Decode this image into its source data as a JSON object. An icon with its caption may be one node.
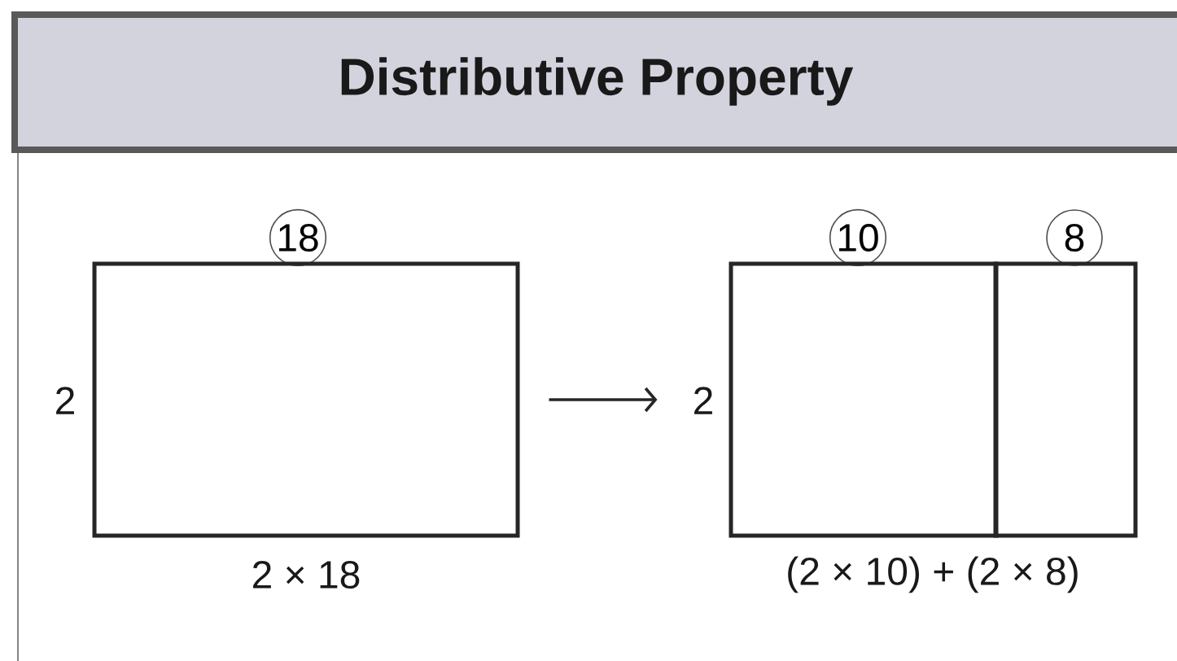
{
  "diagram": {
    "title": "Distributive Property",
    "nodes": [
      {
        "text": [
          "18"
        ]
      },
      {
        "text": [],
        "shape": "box"
      },
      {
        "text": [
          "10"
        ]
      },
      {
        "text": [
          "8"
        ]
      },
      {
        "text": [],
        "shape": "box"
      },
      {
        "text": [],
        "shape": "box"
      }
    ],
    "edges": [
      {
        "from": 1,
        "to": 4,
        "arrow": "to"
      }
    ],
    "labels": [
      "2",
      "2 × 18",
      "2",
      "(2 × 10) + (2 × 8)"
    ]
  }
}
